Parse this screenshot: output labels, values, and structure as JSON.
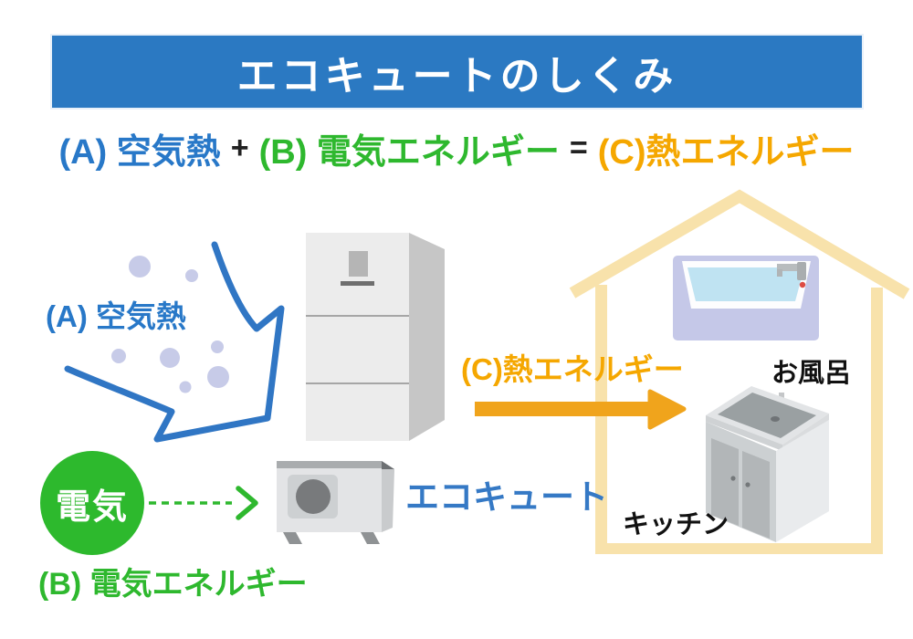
{
  "title": "エコキュートのしくみ",
  "formula": {
    "part_a": "(A) 空気熱",
    "plus": "+",
    "part_b": "(B) 電気エネルギー",
    "equals": "=",
    "part_c": "(C)熱エネルギー"
  },
  "labels": {
    "air_heat": "(A) 空気熱",
    "electricity": "電気",
    "electric_energy": "(B) 電気エネルギー",
    "ecocute": "エコキュート",
    "heat_energy": "(C)熱エネルギー",
    "bath": "お風呂",
    "kitchen": "キッチン"
  },
  "icons": {
    "air_flow": "blue-swoosh-arrow",
    "air_particles": "lavender-dots",
    "tank": "hot-water-tank-unit",
    "heat_pump": "heat-pump-outdoor-unit",
    "electricity_flow": "green-dashed-arrow",
    "heat_flow": "orange-thick-arrow",
    "house": "house-outline",
    "bath": "bathtub",
    "kitchen": "kitchen-sink"
  },
  "colors": {
    "banner_bg": "#2b79c2",
    "banner_text": "#ffffff",
    "formula_a_blue": "#2878c8",
    "formula_b_green": "#2eb82e",
    "formula_c_orange": "#f5a700",
    "arrow_blue": "#3076c4",
    "arrow_green": "#2eb82e",
    "arrow_orange": "#f0a41c",
    "electricity_circle": "#2db92d",
    "house_cream": "#f8e2ab",
    "air_dot_lavender": "#c7cbe8",
    "bathtub_lavender": "#c5c8e8",
    "water_blue": "#bfe3f2",
    "label_black": "#111111"
  }
}
